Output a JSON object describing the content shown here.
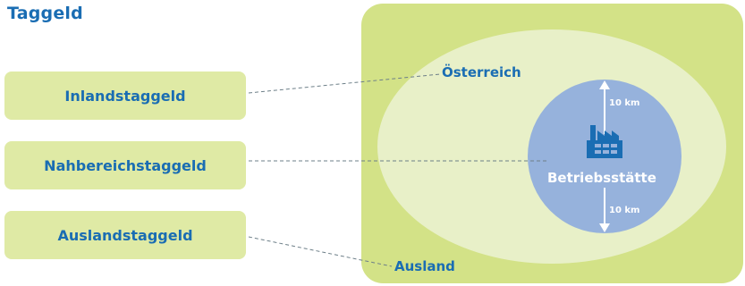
{
  "title": "Taggeld",
  "pills": [
    {
      "label": "Inlandstaggeld"
    },
    {
      "label": "Nahbereichstaggeld"
    },
    {
      "label": "Auslandstaggeld"
    }
  ],
  "regions": {
    "austria": "Österreich",
    "abroad": "Ausland",
    "site": "Betriebsstätte",
    "radius_top": "10 km",
    "radius_bottom": "10 km"
  },
  "colors": {
    "outer": "#d3e287",
    "ellipse": "#e8f0c8",
    "circle": "#96b2dc",
    "pill": "#dfeaa5",
    "text": "#1a6db3",
    "factory": "#1a6db3"
  },
  "icons": {
    "factory": "factory-icon",
    "arrow_up": "arrow-up-icon",
    "arrow_down": "arrow-down-icon"
  }
}
